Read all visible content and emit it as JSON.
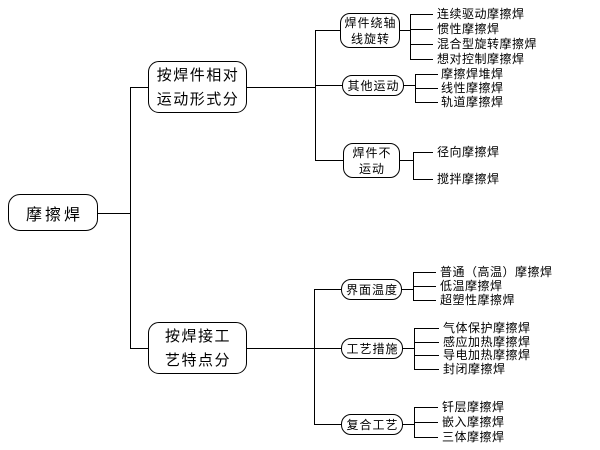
{
  "root": {
    "label": "摩擦焊"
  },
  "branches": [
    {
      "label_lines": [
        "按焊件相对",
        "运动形式分"
      ],
      "groups": [
        {
          "label_lines": [
            "焊件绕轴",
            "线旋转"
          ],
          "leaves": [
            "连续驱动摩擦焊",
            "惯性摩擦焊",
            "混合型旋转摩擦焊",
            "想对控制摩擦焊"
          ]
        },
        {
          "label_lines": [
            "其他运动"
          ],
          "leaves": [
            "摩擦焊堆焊",
            "线性摩擦焊",
            "轨道摩擦焊"
          ]
        },
        {
          "label_lines": [
            "焊件不",
            "运动"
          ],
          "leaves": [
            "径向摩擦焊",
            "搅拌摩擦焊"
          ]
        }
      ]
    },
    {
      "label_lines": [
        "按焊接工",
        "艺特点分"
      ],
      "groups": [
        {
          "label_lines": [
            "界面温度"
          ],
          "leaves": [
            "普通（高温）摩擦焊",
            "低温摩擦焊",
            "超塑性摩擦焊"
          ]
        },
        {
          "label_lines": [
            "工艺措施"
          ],
          "leaves": [
            "气体保护摩擦焊",
            "感应加热摩擦焊",
            "导电加热摩擦焊",
            "封闭摩擦焊"
          ]
        },
        {
          "label_lines": [
            "复合工艺"
          ],
          "leaves": [
            "钎层摩擦焊",
            "嵌入摩擦焊",
            "三体摩擦焊"
          ]
        }
      ]
    }
  ],
  "colors": {
    "background": "#ffffff",
    "line": "#000000",
    "text": "#000000"
  }
}
